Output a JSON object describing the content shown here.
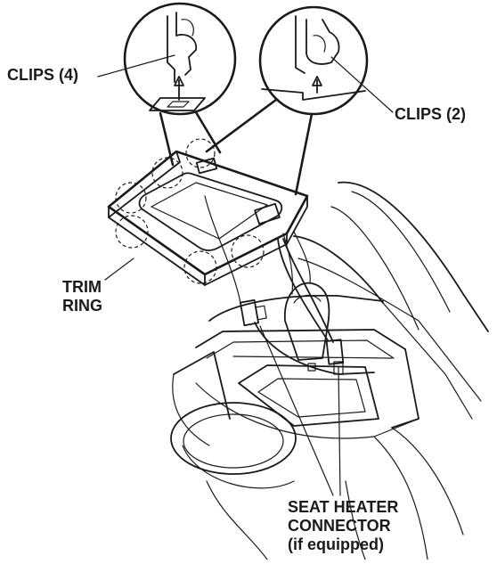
{
  "labels": {
    "clips_4": "CLIPS (4)",
    "clips_2": "CLIPS (2)",
    "trim_ring": [
      "TRIM",
      "RING"
    ],
    "seat_heater": [
      "SEAT HEATER",
      "CONNECTOR",
      "(if equipped)"
    ]
  },
  "colors": {
    "ink": "#1a1a1a",
    "background": "#ffffff"
  }
}
